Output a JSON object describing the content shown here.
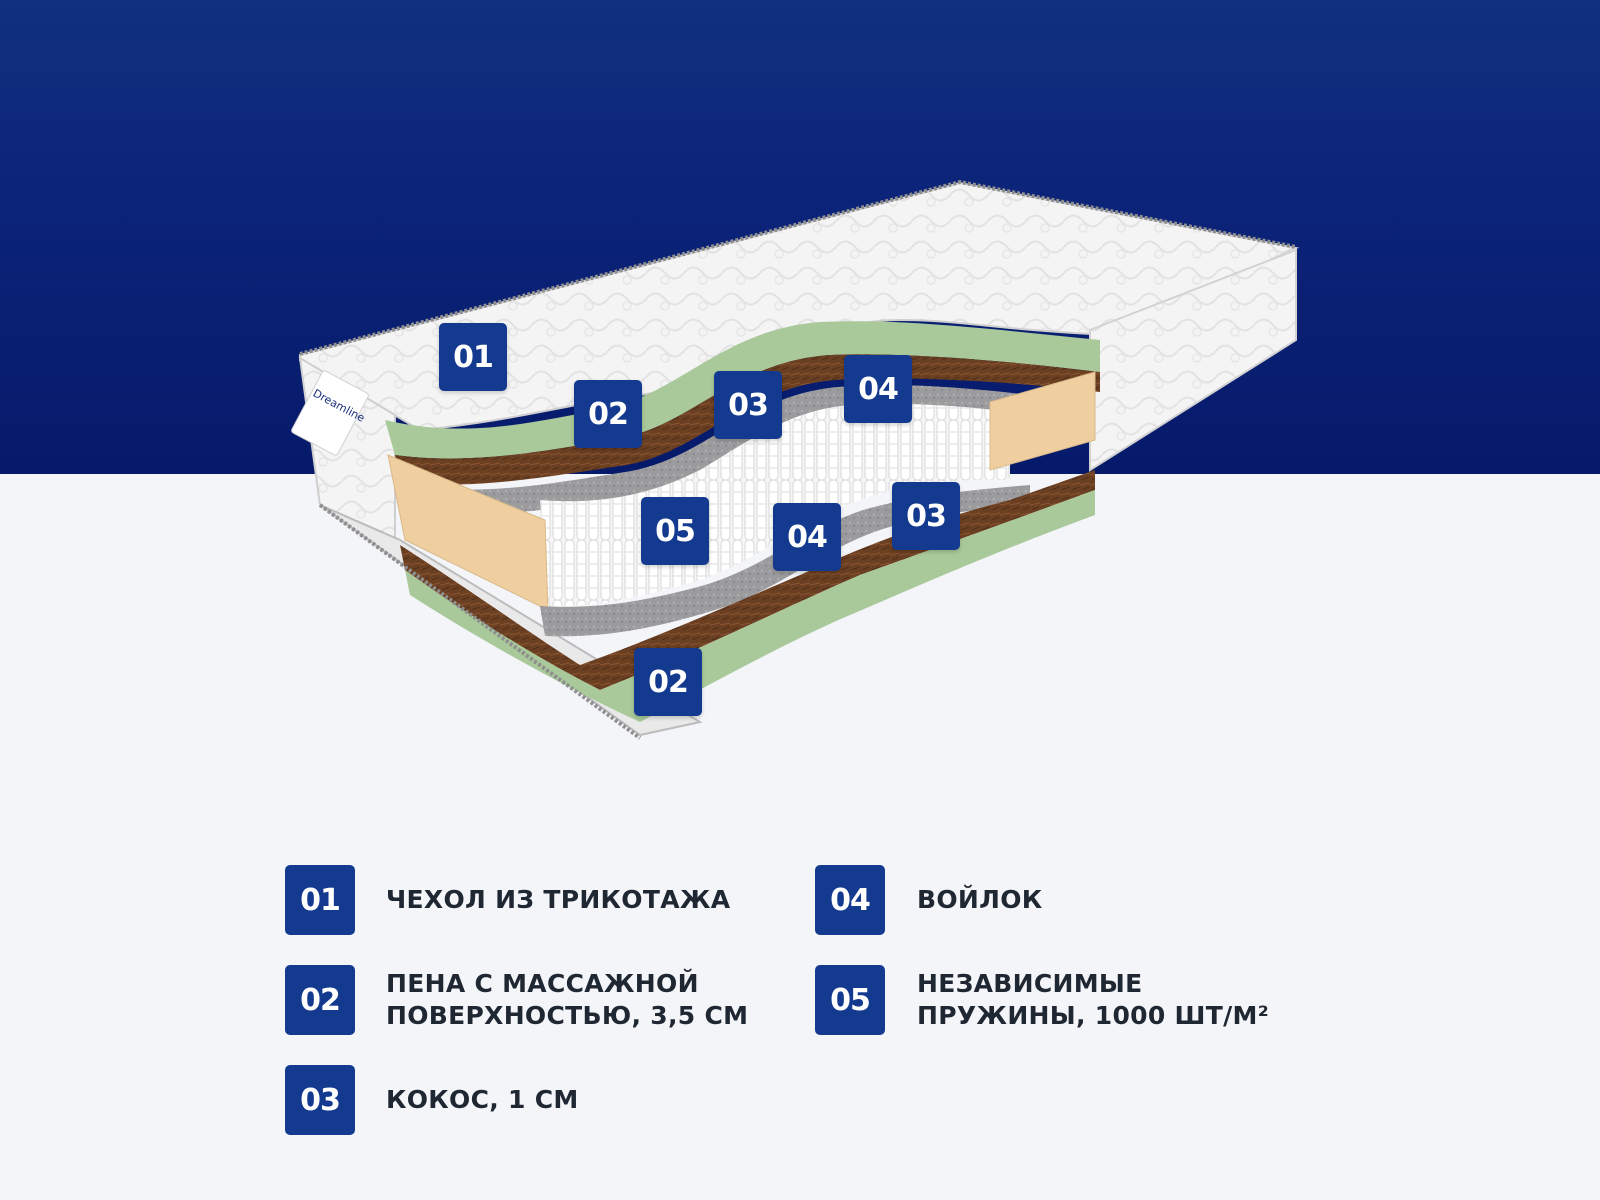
{
  "brand": {
    "logo_text": "Dreamline"
  },
  "colors": {
    "hero_background": "#0b2378",
    "badge": "#133a8f",
    "page_background": "#f3f5f9",
    "foam": "#a9c99a",
    "coconut": "#6b3f22",
    "felt": "#9a9a9c",
    "springs": "#f2f2f2",
    "perimeter_foam": "#efcf9f"
  },
  "callouts": [
    {
      "number": "01"
    },
    {
      "number": "02"
    },
    {
      "number": "03"
    },
    {
      "number": "04"
    },
    {
      "number": "05"
    },
    {
      "number": "04"
    },
    {
      "number": "03"
    },
    {
      "number": "02"
    }
  ],
  "legend": [
    {
      "number": "01",
      "line1": "ЧЕХОЛ ИЗ ТРИКОТАЖА",
      "line2": ""
    },
    {
      "number": "02",
      "line1": "ПЕНА С МАССАЖНОЙ",
      "line2": "ПОВЕРХНОСТЬЮ, 3,5 СМ"
    },
    {
      "number": "03",
      "line1": "КОКОС, 1 СМ",
      "line2": ""
    },
    {
      "number": "04",
      "line1": "ВОЙЛОК",
      "line2": ""
    },
    {
      "number": "05",
      "line1": "НЕЗАВИСИМЫЕ",
      "line2": "ПРУЖИНЫ, 1000 ШТ/М²"
    }
  ]
}
